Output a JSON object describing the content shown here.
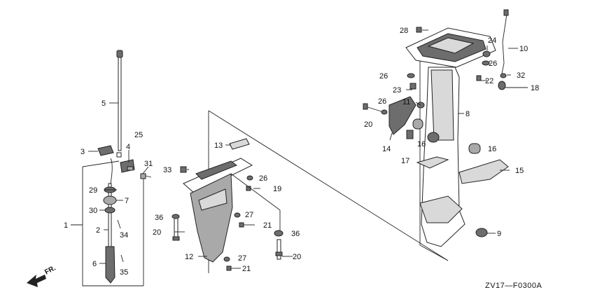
{
  "diagram": {
    "code": "ZV17—F0300A",
    "direction_label": "FR.",
    "callouts": [
      {
        "id": "c1",
        "text": "1"
      },
      {
        "id": "c2",
        "text": "2"
      },
      {
        "id": "c3",
        "text": "3"
      },
      {
        "id": "c4",
        "text": "4"
      },
      {
        "id": "c5",
        "text": "5"
      },
      {
        "id": "c6",
        "text": "6"
      },
      {
        "id": "c7",
        "text": "7"
      },
      {
        "id": "c8",
        "text": "8"
      },
      {
        "id": "c9",
        "text": "9"
      },
      {
        "id": "c10",
        "text": "10"
      },
      {
        "id": "c11",
        "text": "11"
      },
      {
        "id": "c12",
        "text": "12"
      },
      {
        "id": "c13",
        "text": "13"
      },
      {
        "id": "c14",
        "text": "14"
      },
      {
        "id": "c15",
        "text": "15"
      },
      {
        "id": "c16a",
        "text": "16"
      },
      {
        "id": "c16b",
        "text": "16"
      },
      {
        "id": "c17",
        "text": "17"
      },
      {
        "id": "c18",
        "text": "18"
      },
      {
        "id": "c19",
        "text": "19"
      },
      {
        "id": "c20a",
        "text": "20"
      },
      {
        "id": "c20b",
        "text": "20"
      },
      {
        "id": "c20c",
        "text": "20"
      },
      {
        "id": "c21a",
        "text": "21"
      },
      {
        "id": "c21b",
        "text": "21"
      },
      {
        "id": "c22",
        "text": "22"
      },
      {
        "id": "c23",
        "text": "23"
      },
      {
        "id": "c24",
        "text": "24"
      },
      {
        "id": "c25",
        "text": "25"
      },
      {
        "id": "c26a",
        "text": "26"
      },
      {
        "id": "c26b",
        "text": "26"
      },
      {
        "id": "c26c",
        "text": "26"
      },
      {
        "id": "c26d",
        "text": "26"
      },
      {
        "id": "c27a",
        "text": "27"
      },
      {
        "id": "c27b",
        "text": "27"
      },
      {
        "id": "c28",
        "text": "28"
      },
      {
        "id": "c29",
        "text": "29"
      },
      {
        "id": "c30",
        "text": "30"
      },
      {
        "id": "c31",
        "text": "31"
      },
      {
        "id": "c32",
        "text": "32"
      },
      {
        "id": "c33",
        "text": "33"
      },
      {
        "id": "c34",
        "text": "34"
      },
      {
        "id": "c35",
        "text": "35"
      },
      {
        "id": "c36a",
        "text": "36"
      },
      {
        "id": "c36b",
        "text": "36"
      }
    ]
  }
}
